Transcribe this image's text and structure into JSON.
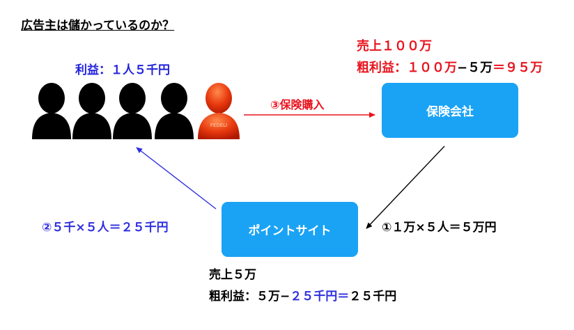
{
  "title": "広告主は儲かっているのか？",
  "people": {
    "profit_label": "利益：１人５千円",
    "count_black": 4,
    "count_red": 1,
    "shirt_text": "FEDELI"
  },
  "insurance": {
    "label": "保険会社",
    "sales": "売上１００万",
    "gross_prefix": "粗利益：",
    "gross_a": "１００万",
    "gross_minus": "−５万",
    "gross_rest": "＝９５万"
  },
  "point_site": {
    "label": "ポイントサイト",
    "sales": "売上５万",
    "gross_prefix": "粗利益：５万−",
    "gross_mid": "２５千円",
    "gross_eq": "＝",
    "gross_rest": "２５千円"
  },
  "arrows": {
    "purchase": "③保険購入",
    "payment": "①１万×５人＝５万円",
    "reward": "②５千×５人＝２５千円"
  },
  "colors": {
    "box": "#1aa3f5",
    "red": "#e8141e",
    "blue": "#2e2ee0"
  }
}
